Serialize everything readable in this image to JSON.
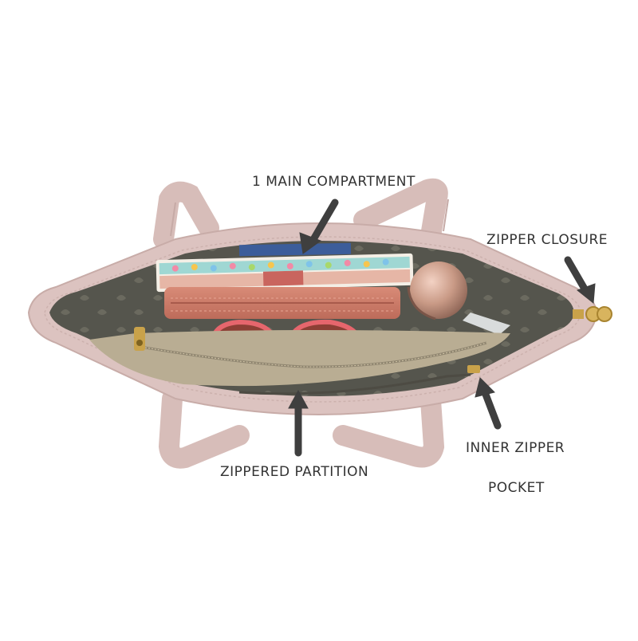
{
  "callouts": {
    "main_compartment": "1 MAIN COMPARTMENT",
    "zipper_closure": "ZIPPER CLOSURE",
    "zippered_partition": "ZIPPERED PARTITION",
    "inner_zipper_line1": "INNER ZIPPER",
    "inner_zipper_line2": "POCKET"
  },
  "colors": {
    "bag_exterior": "#dcc3c0",
    "lining": "#5a5a52",
    "partition": "#b9ad93",
    "wallet": "#cf7f6c",
    "zipper_pull": "#c9a24a",
    "arrow": "#3f3f3f"
  }
}
